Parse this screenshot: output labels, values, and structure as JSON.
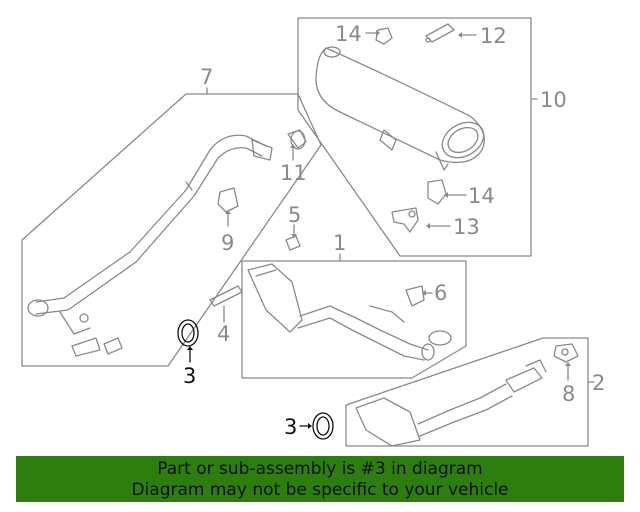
{
  "callouts": {
    "c1": "1",
    "c2": "2",
    "c3a": "3",
    "c3b": "3",
    "c4": "4",
    "c5": "5",
    "c6": "6",
    "c7": "7",
    "c8": "8",
    "c9": "9",
    "c10": "10",
    "c11": "11",
    "c12": "12",
    "c13": "13",
    "c14a": "14",
    "c14b": "14"
  },
  "highlight_part": "3",
  "colors": {
    "banner": "#2e7d0f",
    "line": "#8a8a8a",
    "highlight": "#111111"
  },
  "banner": {
    "line1": "Part or sub-assembly is #3 in diagram",
    "line2": "Diagram may not be specific to your vehicle"
  }
}
